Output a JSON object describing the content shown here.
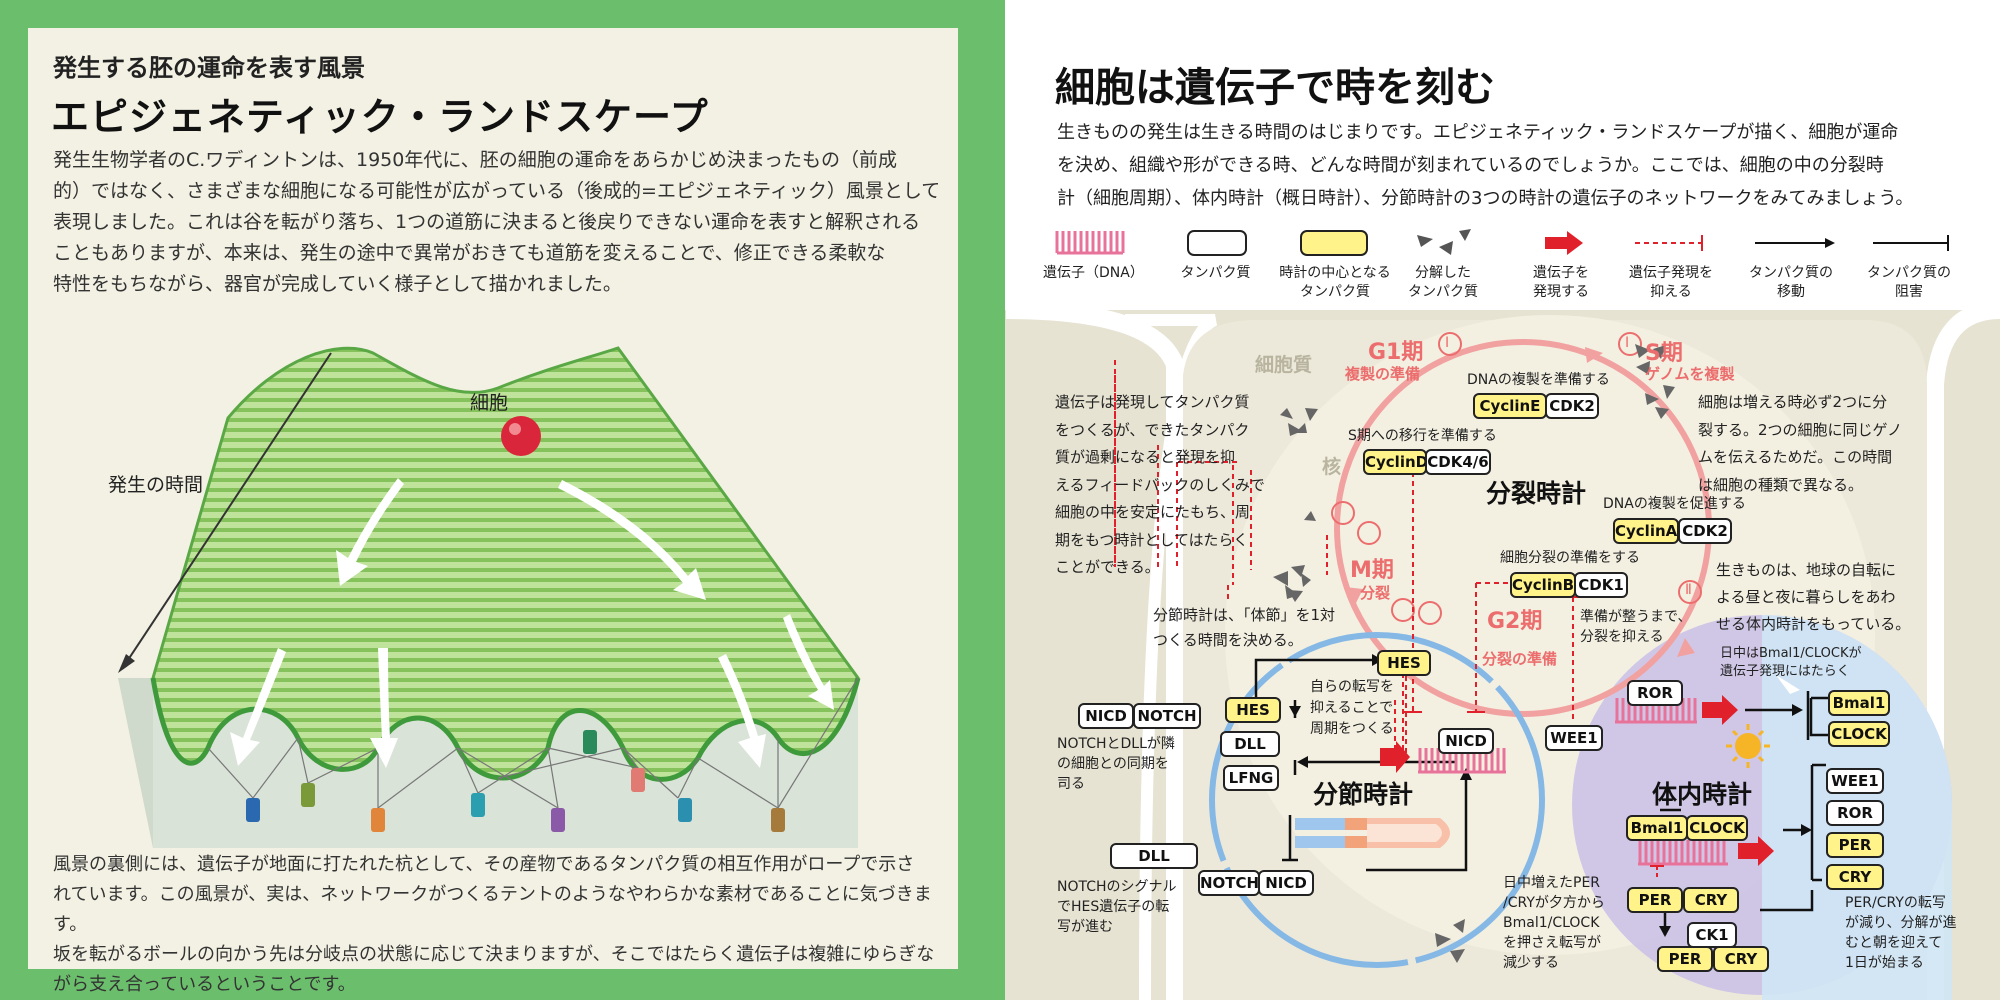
{
  "left": {
    "subtitle": "発生する胚の運命を表す風景",
    "title": "エピジェネティック・ランドスケープ",
    "intro_lines": [
      "発生生物学者のC.ワディントンは、1950年代に、胚の細胞の運命をあらかじめ決まったもの（前成",
      "的）ではなく、さまざまな細胞になる可能性が広がっている（後成的=エピジェネティック）風景として",
      "表現しました。これは谷を転がり落ち、1つの道筋に決まると後戻りできない運命を表すと解釈される",
      "こともありますが、本来は、発生の途中で異常がおきても道筋を変えることで、修正できる柔軟な",
      "特性をもちながら、器官が完成していく様子として描かれました。"
    ],
    "label_cell": "細胞",
    "label_time": "発生の時間",
    "bottom_lines": [
      "風景の裏側には、遺伝子が地面に打たれた杭として、その産物であるタンパク質の相互作用がロープで示さ",
      "れています。この風景が、実は、ネットワークがつくるテントのようなやわらかな素材であることに気づきます。",
      "坂を転がるボールの向かう先は分岐点の状態に応じて決まりますが、そこではたらく遺伝子は複雑にゆらぎな",
      "がら支え合っているということです。"
    ],
    "colors": {
      "frame": "#6bbf6c",
      "panel": "#f3f1e3",
      "landscape": "#9fd07a",
      "ball": "#d9263a"
    }
  },
  "right": {
    "title": "細胞は遺伝子で時を刻む",
    "intro_lines": [
      "生きものの発生は生きる時間のはじまりです。エピジェネティック・ランドスケープが描く、細胞が運命",
      "を決め、組織や形ができる時、どんな時間が刻まれているのでしょうか。ここでは、細胞の中の分裂時",
      "計（細胞周期）、体内時計（概日時計）、分節時計の3つの時計の遺伝子のネットワークをみてみましょう。"
    ],
    "legend": [
      {
        "icon": "dna-icon",
        "label": "遺伝子（DNA）"
      },
      {
        "icon": "protein-box-icon",
        "label": "タンパク質"
      },
      {
        "icon": "core-protein-box-icon",
        "label": "時計の中心となる\nタンパク質"
      },
      {
        "icon": "degraded-protein-icon",
        "label": "分解した\nタンパク質"
      },
      {
        "icon": "express-arrow-icon",
        "label": "遺伝子を\n発現する"
      },
      {
        "icon": "repress-line-icon",
        "label": "遺伝子発現を\n抑える"
      },
      {
        "icon": "move-arrow-icon",
        "label": "タンパク質の\n移動"
      },
      {
        "icon": "inhibit-line-icon",
        "label": "タンパク質の\n阻害"
      }
    ],
    "cytoplasm": "細胞質",
    "nucleus": "核",
    "phases": {
      "g1": "G1期",
      "g1_sub": "複製の準備",
      "g1_num": "Ⅰ",
      "s": "S期",
      "s_sub": "ゲノムを複製",
      "s_num": "Ⅰ",
      "g2": "G2期",
      "g2_sub": "分裂の準備",
      "g2_num": "Ⅱ",
      "m": "M期",
      "m_sub": "分裂"
    },
    "cell_cycle": {
      "title": "分裂時計",
      "dna_prep": "DNAの複製を準備する",
      "cycline": "CyclinE",
      "cdk2a": "CDK2",
      "s_prep": "S期への移行を準備する",
      "cyclind": "CyclinD",
      "cdk46": "CDK4/6",
      "dna_promote": "DNAの複製を促進する",
      "cyclina": "CyclinA",
      "cdk2b": "CDK2",
      "div_prep": "細胞分裂の準備をする",
      "cyclinb": "CyclinB",
      "cdk1": "CDK1",
      "ready": "準備が整うまで、\n分裂を抑える",
      "wee1": "WEE1"
    },
    "left_note": [
      "遺伝子は発現してタンパク質",
      "をつくるが、できたタンパク",
      "質が過剰になると発現を抑",
      "えるフィードバックのしくみで",
      "細胞の中を安定にたもち、周",
      "期をもつ時計としてはたらく",
      "ことができる。"
    ],
    "right_note_top": [
      "細胞は増える時必ず2つに分",
      "裂する。2つの細胞に同じゲノ",
      "ムを伝えるためだ。この時間",
      "は細胞の種類で異なる。"
    ],
    "right_note_mid": [
      "生きものは、地球の自転に",
      "よる昼と夜に暮らしをあわ",
      "せる体内時計をもっている。"
    ],
    "seg": {
      "title": "分節時計",
      "caption": "分節時計は、「体節」を1対\nつくる時間を決める。",
      "hes_top": "HES",
      "hes_left": "HES",
      "self_repress": "自らの転写を\n抑えることで\n周期をつくる",
      "nicd_right": "NICD",
      "nicd_a": "NICD",
      "notch_a": "NOTCH",
      "notch_dll": "NOTCHとDLLが隣\nの細胞との同期を\n司る",
      "dll_a": "DLL",
      "lfng": "LFNG",
      "dll_b": "DLL",
      "notch_b": "NOTCH",
      "nicd_b": "NICD",
      "notch_signal": "NOTCHのシグナル\nでHES遺伝子の転\n写が進む"
    },
    "circ": {
      "title": "体内時計",
      "day_note": "日中はBmal1/CLOCKが\n遺伝子発現にはたらく",
      "ror_top": "ROR",
      "bmal_a": "Bmal1",
      "clock_a": "CLOCK",
      "wee1": "WEE1",
      "ror": "ROR",
      "per": "PER",
      "cry": "CRY",
      "bmal_b": "Bmal1",
      "clock_b": "CLOCK",
      "per_a": "PER",
      "cry_a": "CRY",
      "ck1": "CK1",
      "per_b": "PER",
      "cry_b": "CRY",
      "evening_note": "日中増えたPER\n/CRYが夕方から\nBmal1/CLOCK\nを押さえ転写が\n減少する",
      "morning_note": "PER/CRYの転写\nが減り、分解が進\nむと朝を迎えて\n1日が始まる"
    },
    "colors": {
      "dna": "#e8739a",
      "core": "#fff38a",
      "cycle": "#ef8f8f",
      "seg": "#7fb6e6",
      "circ": "#b4a6da",
      "arrow": "#e0202a",
      "bg": "#e6e3d2"
    }
  }
}
